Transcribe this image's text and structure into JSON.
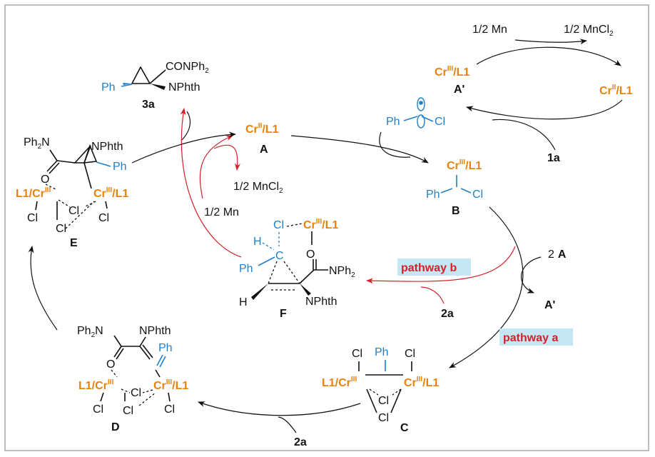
{
  "colors": {
    "metal": "#e8820f",
    "substrate": "#1f7fc8",
    "pathway_text": "#d4202a",
    "pathway_box": "#c5e6f3",
    "radical_arrow": "#d4202a",
    "frame": "#bdbdbd"
  },
  "reductant": {
    "mn": "1/2 Mn",
    "mncl2_base": "1/2 MnCl",
    "mncl2_sub": "2"
  },
  "catalyst": {
    "cr": "Cr",
    "sup_II": "II",
    "sup_III": "III",
    "ligand": "/L1",
    "ligand_prefix": "L1/"
  },
  "labels": {
    "A": "A",
    "A_prime": "A'",
    "B": "B",
    "C": "C",
    "D": "D",
    "E": "E",
    "F": "F",
    "one_a": "1a",
    "two_a_1": "2a",
    "two_a_2": "2a",
    "three_a": "3a",
    "two": "2",
    "A_prime_2": "A'"
  },
  "atoms": {
    "Ph": "Ph",
    "Cl": "Cl",
    "H": "H",
    "C": "C",
    "O": "O",
    "NPhth": "NPhth",
    "Ph2N": "Ph",
    "Ph2N_sub": "2",
    "Ph2N_tail": "N",
    "NPh2_head": "NPh",
    "NPh2_sub": "2",
    "CONPh2_head": "CONPh",
    "CONPh2_sub": "2"
  },
  "pathways": {
    "a": "pathway a",
    "b": "pathway b"
  }
}
